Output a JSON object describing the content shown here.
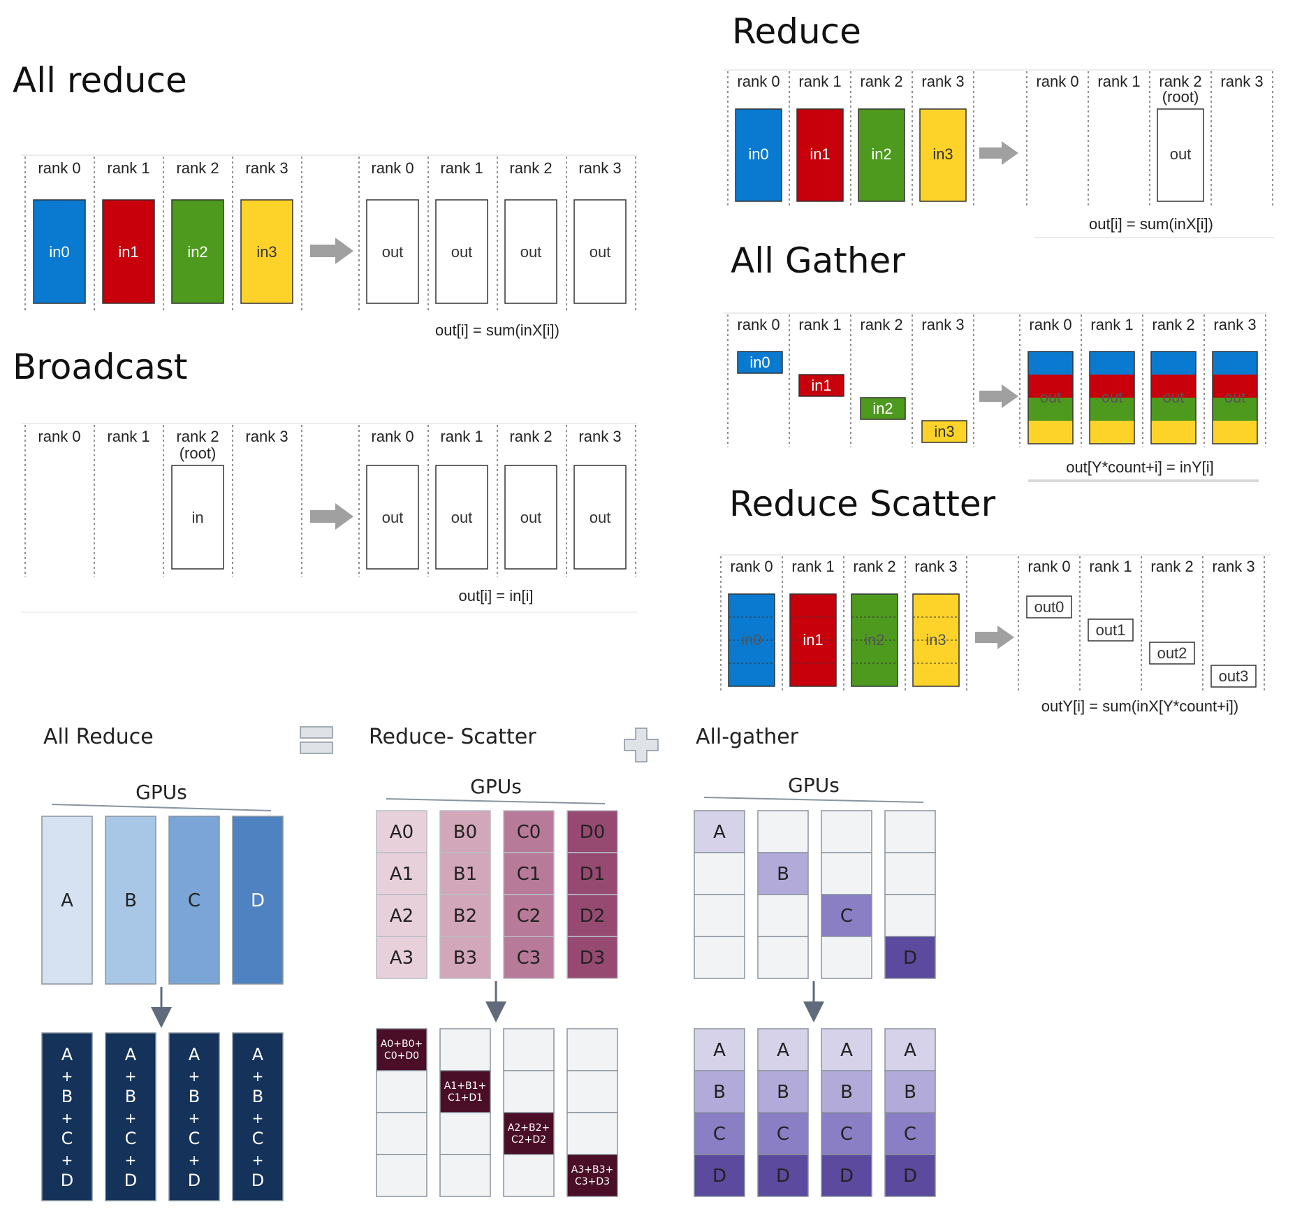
{
  "colors": {
    "blue": "#0a7ad0",
    "red": "#c8000b",
    "green": "#4e9a1f",
    "yellow": "#fdd32a",
    "arrow": "#a0a0a0",
    "gpu_a": "#d6e2f2",
    "gpu_b": "#a8c6e6",
    "gpu_c": "#7aa5d6",
    "gpu_d": "#4f82c0",
    "gpu_result": "#15325a",
    "rs_0": "#e8d0da",
    "rs_1": "#d3a7ba",
    "rs_2": "#b77a98",
    "rs_3": "#964a72",
    "rs_result": "#4a0e26",
    "ag_a": "#d5d2ea",
    "ag_b": "#b2aad8",
    "ag_c": "#8a7ec4",
    "ag_d": "#5b4a9e",
    "ag_empty": "#f2f3f5"
  },
  "ranks": [
    "rank 0",
    "rank 1",
    "rank 2",
    "rank 3"
  ],
  "root_label": "(root)",
  "all_reduce": {
    "title": "All reduce",
    "inputs": [
      "in0",
      "in1",
      "in2",
      "in3"
    ],
    "output": "out",
    "formula": "out[i] = sum(inX[i])"
  },
  "broadcast": {
    "title": "Broadcast",
    "input": "in",
    "output": "out",
    "formula": "out[i] = in[i]"
  },
  "reduce": {
    "title": "Reduce",
    "inputs": [
      "in0",
      "in1",
      "in2",
      "in3"
    ],
    "output": "out",
    "formula": "out[i] = sum(inX[i])"
  },
  "all_gather": {
    "title": "All Gather",
    "inputs": [
      "in0",
      "in1",
      "in2",
      "in3"
    ],
    "output": "out",
    "formula": "out[Y*count+i] = inY[i]"
  },
  "reduce_scatter": {
    "title": "Reduce Scatter",
    "inputs": [
      "in0",
      "in1",
      "in2",
      "in3"
    ],
    "outputs": [
      "out0",
      "out1",
      "out2",
      "out3"
    ],
    "formula": "outY[i] = sum(inX[Y*count+i])"
  },
  "bottom": {
    "all_reduce_title": "All Reduce",
    "reduce_scatter_title": "Reduce- Scatter",
    "all_gather_title": "All-gather",
    "gpus_label": "GPUs",
    "ar_inputs": [
      "A",
      "B",
      "C",
      "D"
    ],
    "ar_result": [
      "A",
      "+",
      "B",
      "+",
      "C",
      "+",
      "D"
    ],
    "rs_grid": [
      [
        "A0",
        "B0",
        "C0",
        "D0"
      ],
      [
        "A1",
        "B1",
        "C1",
        "D1"
      ],
      [
        "A2",
        "B2",
        "C2",
        "D2"
      ],
      [
        "A3",
        "B3",
        "C3",
        "D3"
      ]
    ],
    "rs_results": [
      [
        "A0+B0+",
        "C0+D0"
      ],
      [
        "A1+B1+",
        "C1+D1"
      ],
      [
        "A2+B2+",
        "C2+D2"
      ],
      [
        "A3+B3+",
        "C3+D3"
      ]
    ],
    "ag_items": [
      "A",
      "B",
      "C",
      "D"
    ]
  }
}
